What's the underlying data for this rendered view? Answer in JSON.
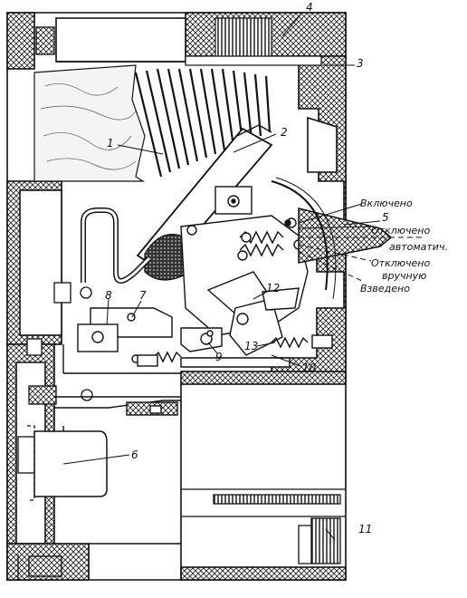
{
  "callouts": {
    "n1": "1",
    "n2": "2",
    "n3": "3",
    "n4": "4",
    "n5": "5",
    "n6": "6",
    "n7": "7",
    "n8": "8",
    "n9": "9",
    "n10": "10",
    "n11": "11",
    "n12": "12",
    "n13": "13"
  },
  "positions": {
    "on": "Включено",
    "off": "Отключено",
    "auto": "автоматич.",
    "off2": "Отключено",
    "manual": "вручную",
    "cocked": "Взведено"
  }
}
